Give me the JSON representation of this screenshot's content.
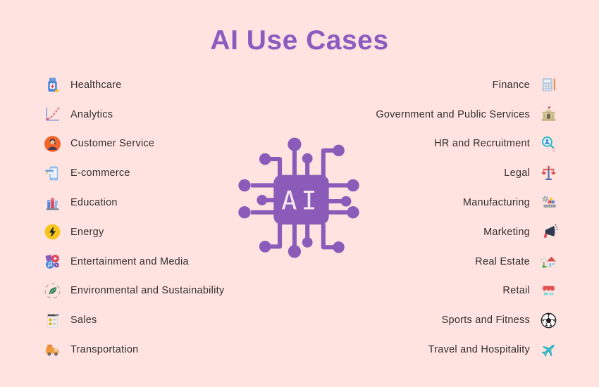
{
  "page": {
    "title": "AI Use Cases",
    "background_color": "#FFE3E1",
    "accent_color": "#8D5BBF",
    "text_color": "#342E2E"
  },
  "center_icon": {
    "name": "ai-chip-icon",
    "label": "AI",
    "color": "#8A5BB8"
  },
  "left_column": {
    "items": [
      {
        "label": "Healthcare",
        "icon": "healthcare-icon"
      },
      {
        "label": "Analytics",
        "icon": "analytics-icon"
      },
      {
        "label": "Customer Service",
        "icon": "customer-service-icon"
      },
      {
        "label": "E-commerce",
        "icon": "e-commerce-icon"
      },
      {
        "label": "Education",
        "icon": "education-icon"
      },
      {
        "label": "Energy",
        "icon": "energy-icon"
      },
      {
        "label": "Entertainment and Media",
        "icon": "entertainment-media-icon"
      },
      {
        "label": "Environmental and Sustainability",
        "icon": "environmental-icon"
      },
      {
        "label": "Sales",
        "icon": "sales-icon"
      },
      {
        "label": "Transportation",
        "icon": "transportation-icon"
      }
    ]
  },
  "right_column": {
    "items": [
      {
        "label": "Finance",
        "icon": "finance-icon"
      },
      {
        "label": "Government and Public Services",
        "icon": "government-icon"
      },
      {
        "label": "HR and Recruitment",
        "icon": "hr-recruitment-icon"
      },
      {
        "label": "Legal",
        "icon": "legal-icon"
      },
      {
        "label": "Manufacturing",
        "icon": "manufacturing-icon"
      },
      {
        "label": "Marketing",
        "icon": "marketing-icon"
      },
      {
        "label": "Real Estate",
        "icon": "real-estate-icon"
      },
      {
        "label": "Retail",
        "icon": "retail-icon"
      },
      {
        "label": "Sports and Fitness",
        "icon": "sports-fitness-icon"
      },
      {
        "label": "Travel and Hospitality",
        "icon": "travel-hospitality-icon"
      }
    ]
  }
}
